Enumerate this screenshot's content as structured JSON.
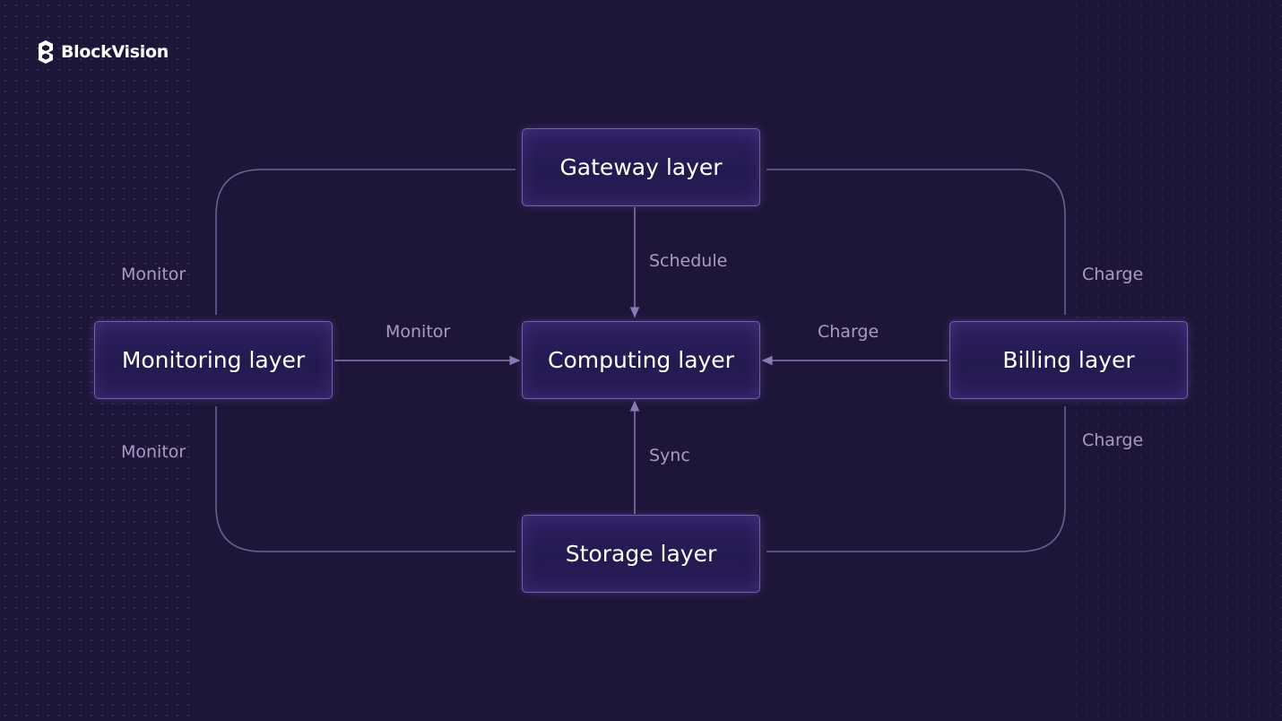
{
  "brand": {
    "name": "BlockVision",
    "icon": "blockvision-logo-icon"
  },
  "colors": {
    "background": "#1d1638",
    "node_fill": "#271a55",
    "node_border": "#af9be6",
    "connector": "#8a7bb8",
    "label": "#a99cc6",
    "text": "#ffffff"
  },
  "nodes": {
    "gateway": "Gateway layer",
    "monitoring": "Monitoring layer",
    "computing": "Computing layer",
    "billing": "Billing layer",
    "storage": "Storage layer"
  },
  "edges": {
    "gateway_to_computing": "Schedule",
    "monitoring_to_computing": "Monitor",
    "billing_to_computing": "Charge",
    "storage_to_computing": "Sync",
    "monitoring_to_gateway": "Monitor",
    "monitoring_to_storage": "Monitor",
    "billing_to_gateway": "Charge",
    "billing_to_storage": "Charge"
  }
}
